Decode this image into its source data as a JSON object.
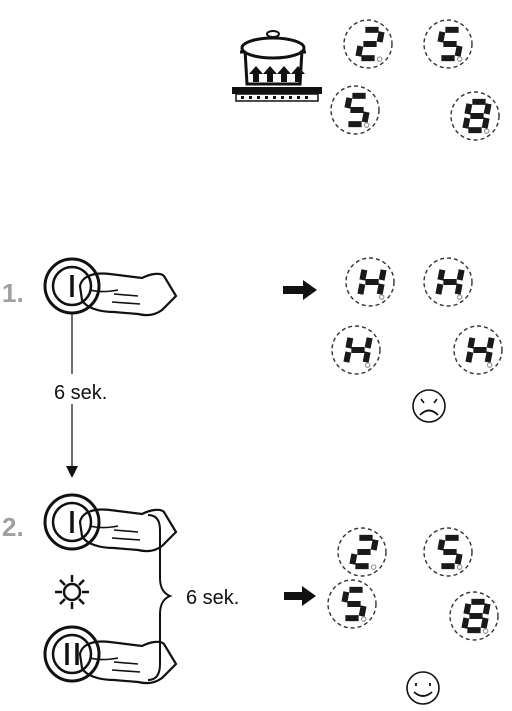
{
  "intro": {
    "displays": [
      "2",
      "5",
      "5",
      "8"
    ]
  },
  "step1": {
    "number": "1.",
    "duration_label": "6 sek.",
    "displays": [
      "H",
      "H",
      "H",
      "H"
    ],
    "face": "sad-face-icon"
  },
  "step2": {
    "number": "2.",
    "duration_label": "6 sek.",
    "displays": [
      "2",
      "5",
      "5",
      "8"
    ],
    "face": "happy-face-icon"
  },
  "colors": {
    "ink": "#111111",
    "step_number": "#a0a0a0"
  }
}
